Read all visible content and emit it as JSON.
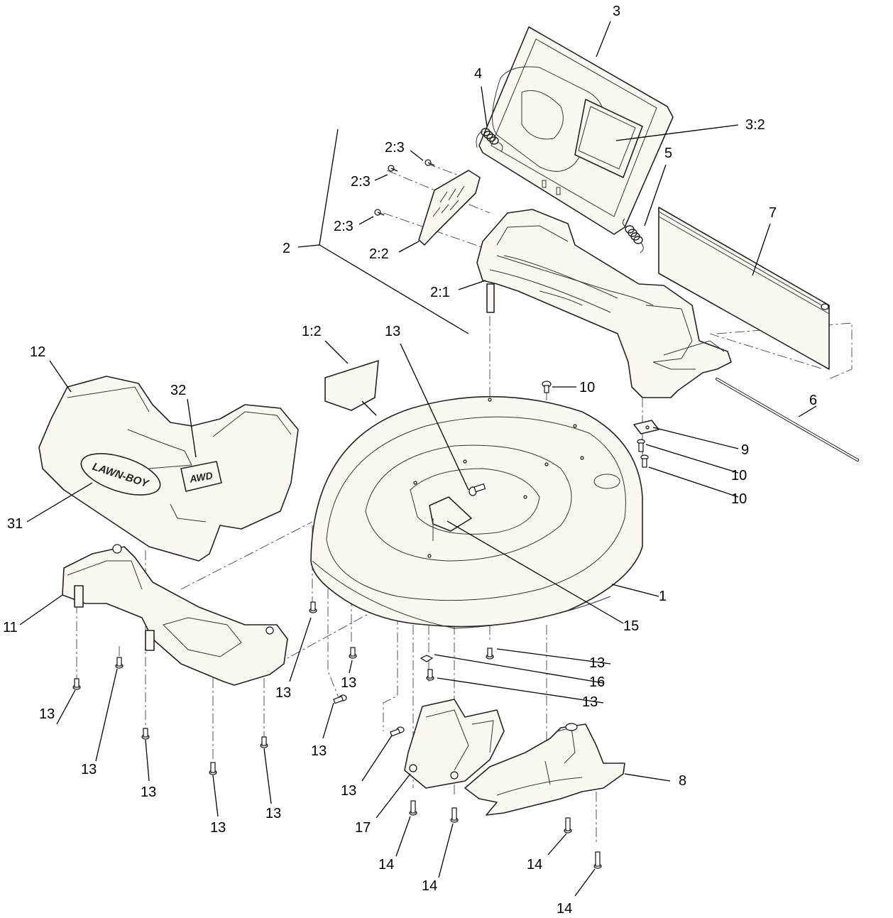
{
  "diagram": {
    "decals": {
      "lawnboy": "LAWN-BOY",
      "awd": "AWD"
    },
    "callouts": [
      {
        "id": "c-3",
        "text": "3"
      },
      {
        "id": "c-4",
        "text": "4"
      },
      {
        "id": "c-3-2",
        "text": "3:2"
      },
      {
        "id": "c-5",
        "text": "5"
      },
      {
        "id": "c-2-3a",
        "text": "2:3"
      },
      {
        "id": "c-2-3b",
        "text": "2:3"
      },
      {
        "id": "c-2-3c",
        "text": "2:3"
      },
      {
        "id": "c-7",
        "text": "7"
      },
      {
        "id": "c-2",
        "text": "2"
      },
      {
        "id": "c-2-2",
        "text": "2:2"
      },
      {
        "id": "c-2-1",
        "text": "2:1"
      },
      {
        "id": "c-1-2",
        "text": "1:2"
      },
      {
        "id": "c-13-top",
        "text": "13"
      },
      {
        "id": "c-12",
        "text": "12"
      },
      {
        "id": "c-32",
        "text": "32"
      },
      {
        "id": "c-10a",
        "text": "10"
      },
      {
        "id": "c-6",
        "text": "6"
      },
      {
        "id": "c-9",
        "text": "9"
      },
      {
        "id": "c-10b",
        "text": "10"
      },
      {
        "id": "c-10c",
        "text": "10"
      },
      {
        "id": "c-31",
        "text": "31"
      },
      {
        "id": "c-1",
        "text": "1"
      },
      {
        "id": "c-15",
        "text": "15"
      },
      {
        "id": "c-11",
        "text": "11"
      },
      {
        "id": "c-13a",
        "text": "13"
      },
      {
        "id": "c-16",
        "text": "16"
      },
      {
        "id": "c-13b",
        "text": "13"
      },
      {
        "id": "c-13c",
        "text": "13"
      },
      {
        "id": "c-13d",
        "text": "13"
      },
      {
        "id": "c-13e",
        "text": "13"
      },
      {
        "id": "c-13f",
        "text": "13"
      },
      {
        "id": "c-13g",
        "text": "13"
      },
      {
        "id": "c-13h",
        "text": "13"
      },
      {
        "id": "c-13i",
        "text": "13"
      },
      {
        "id": "c-13j",
        "text": "13"
      },
      {
        "id": "c-13k",
        "text": "13"
      },
      {
        "id": "c-8",
        "text": "8"
      },
      {
        "id": "c-17",
        "text": "17"
      },
      {
        "id": "c-14a",
        "text": "14"
      },
      {
        "id": "c-14b",
        "text": "14"
      },
      {
        "id": "c-14c",
        "text": "14"
      },
      {
        "id": "c-14d",
        "text": "14"
      }
    ]
  }
}
